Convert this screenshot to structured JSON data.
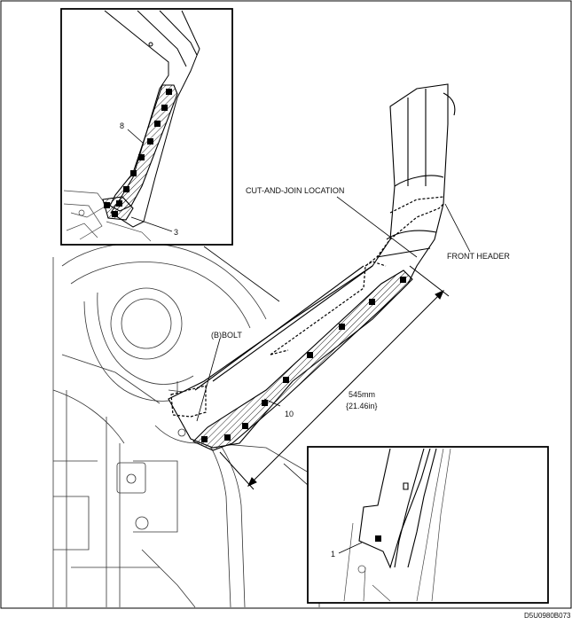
{
  "labels": {
    "cut_join": "CUT-AND-JOIN LOCATION",
    "front_header": "FRONT HEADER",
    "bolt": "(B)BOLT",
    "dim_mm": "545mm",
    "dim_in": "{21.46in}",
    "part_10": "10",
    "part_8": "8",
    "part_3": "3",
    "part_1": "1",
    "figure_code": "D5U0980B073"
  }
}
